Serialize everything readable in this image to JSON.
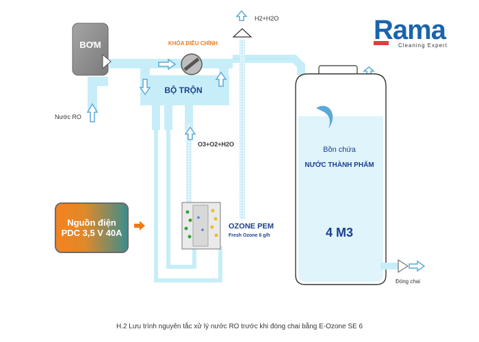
{
  "labels": {
    "pump": "BƠM",
    "valve": "KHÓA ĐIỀU CHỈNH",
    "mixer": "BỘ TRỘN",
    "ro_water": "Nước RO",
    "gas_out": "H2+H2O",
    "gas_in": "O3+O2+H2O",
    "tank_line1": "Bồn chứa",
    "tank_line2": "NƯỚC THÀNH PHẨM",
    "tank_volume": "4 M3",
    "ozone_title": "OZONE PEM",
    "ozone_sub": "Fresh Ozone 6 g/h",
    "power_line1": "Nguồn điện",
    "power_line2": "PDC 3,5 V 40A",
    "bottling": "Đóng chai"
  },
  "logo": {
    "main": "Rama",
    "tagline": "Cleaning Expert"
  },
  "caption": "H.2   Lưu trình nguyên tắc xử lý nước RO trước khi đóng chai bằng E-Ozone  SE 6",
  "colors": {
    "pipe": "#c7eef8",
    "pipe_dark": "#9dd9ec",
    "arrow": "#5aa9d6",
    "pump": "#8b8b8b",
    "tank_fill": "#dff4fb",
    "valve_label": "#f07a1a",
    "mixer_label": "#1a3f8f",
    "ozone_label": "#1a3f8f",
    "power_start": "#f58220",
    "power_end": "#3f8c8c",
    "logo": "#1a64ad"
  }
}
